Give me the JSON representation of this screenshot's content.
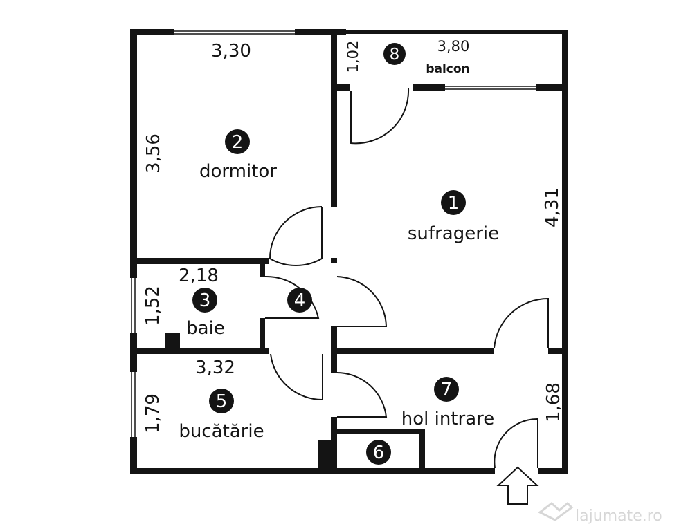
{
  "rooms": [
    {
      "number": "1",
      "name": "sufragerie"
    },
    {
      "number": "2",
      "name": "dormitor"
    },
    {
      "number": "3",
      "name": "baie"
    },
    {
      "number": "4",
      "name": ""
    },
    {
      "number": "5",
      "name": "bucătărie"
    },
    {
      "number": "6",
      "name": ""
    },
    {
      "number": "7",
      "name": "hol intrare"
    },
    {
      "number": "8",
      "name": "balcon"
    }
  ],
  "dimensions": {
    "dormitor_width": "3,30",
    "dormitor_height": "3,56",
    "balcon_depth": "1,02",
    "balcon_width": "3,80",
    "sufragerie_height": "4,31",
    "baie_width": "2,18",
    "baie_height": "1,52",
    "bucatarie_width": "3,32",
    "bucatarie_height": "1,79",
    "hol_height": "1,68"
  },
  "watermark": "lajumate.ro",
  "colors": {
    "wall": "#141414",
    "background": "#ffffff",
    "watermark": "#d6d6d6"
  }
}
